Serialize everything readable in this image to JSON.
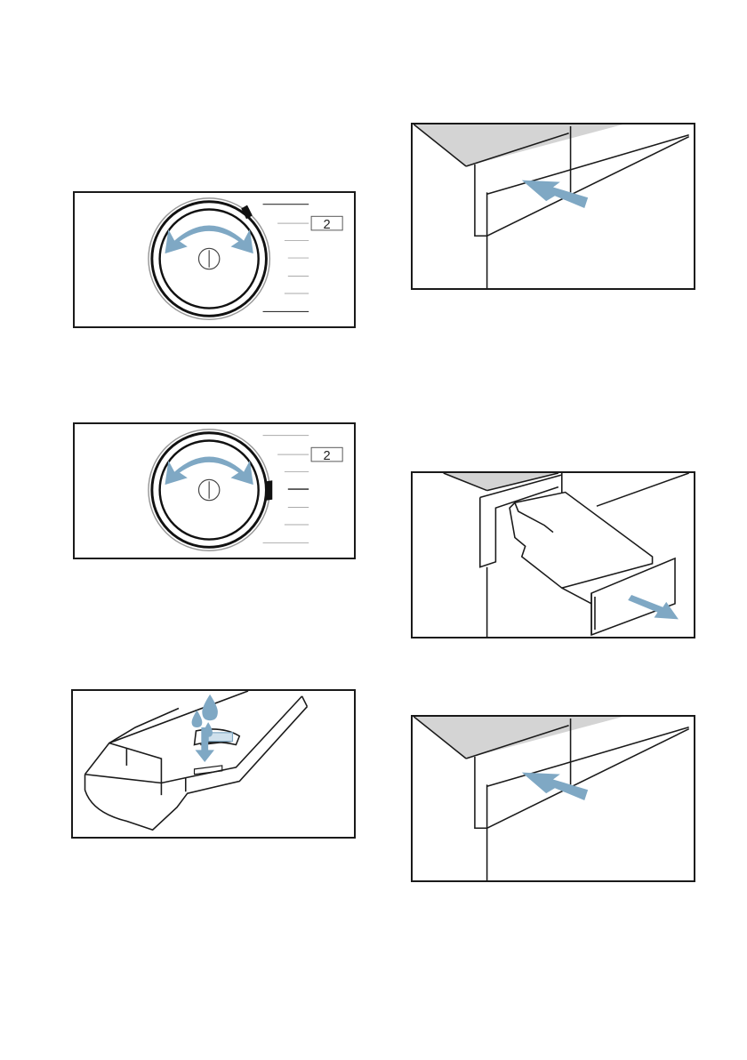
{
  "figures": [
    {
      "id": "dial-turn-to-1",
      "dial_label": "2"
    },
    {
      "id": "dial-turn-to-program",
      "dial_label": "2"
    },
    {
      "id": "softener-insert-fill"
    },
    {
      "id": "drawer-push-in-1"
    },
    {
      "id": "drawer-pull-out"
    },
    {
      "id": "drawer-push-in-2"
    }
  ],
  "colors": {
    "arrow": "#7fa8c4",
    "line": "#1a1a1a",
    "panel_grey": "#d4d4d4"
  },
  "icons": [
    "rotate-arrow-icon",
    "push-arrow-icon",
    "pull-arrow-icon",
    "water-drop-icon",
    "down-arrow-icon"
  ]
}
